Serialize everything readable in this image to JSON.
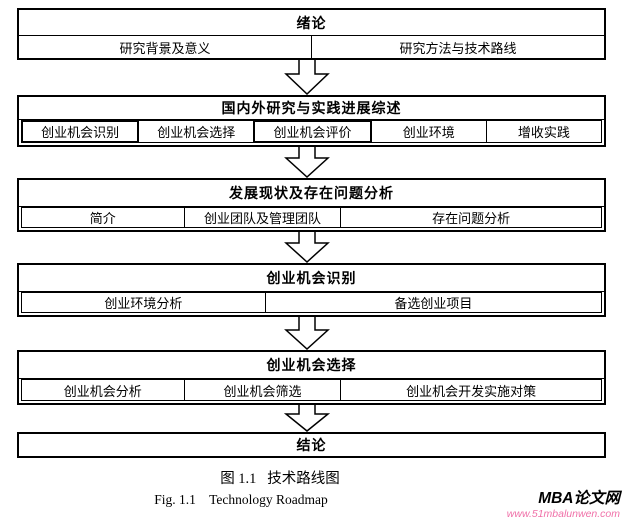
{
  "diagram": {
    "sections": [
      {
        "title": "绪论",
        "cells": [
          "研究背景及意义",
          "研究方法与技术路线"
        ]
      },
      {
        "title": "国内外研究与实践进展综述",
        "cells": [
          "创业机会识别",
          "创业机会选择",
          "创业机会评价",
          "创业环境",
          "增收实践"
        ]
      },
      {
        "title": "发展现状及存在问题分析",
        "cells": [
          "简介",
          "创业团队及管理团队",
          "存在问题分析"
        ]
      },
      {
        "title": "创业机会识别",
        "cells": [
          "创业环境分析",
          "备选创业项目"
        ]
      },
      {
        "title": "创业机会选择",
        "cells": [
          "创业机会分析",
          "创业机会筛选",
          "创业机会开发实施对策"
        ]
      },
      {
        "title": "结论",
        "cells": []
      }
    ]
  },
  "captions": {
    "zh": "图 1.1   技术路线图",
    "en": "Fig. 1.1    Technology Roadmap"
  },
  "watermark": {
    "site_name": "MBA论文网",
    "site_url": "www.51mbalunwen.com",
    "url_color": "#f070a8"
  },
  "colors": {
    "border": "#000000",
    "background": "#ffffff"
  }
}
